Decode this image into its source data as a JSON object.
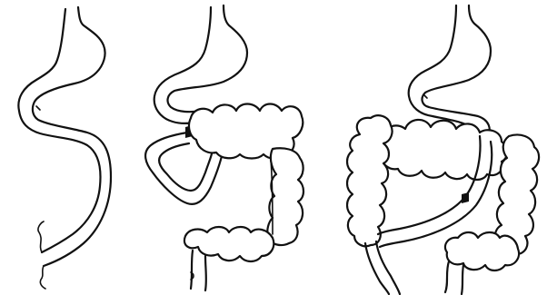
{
  "figure": {
    "panels": [
      {
        "id": "panel-1"
      },
      {
        "id": "panel-2"
      },
      {
        "id": "panel-3"
      }
    ]
  }
}
